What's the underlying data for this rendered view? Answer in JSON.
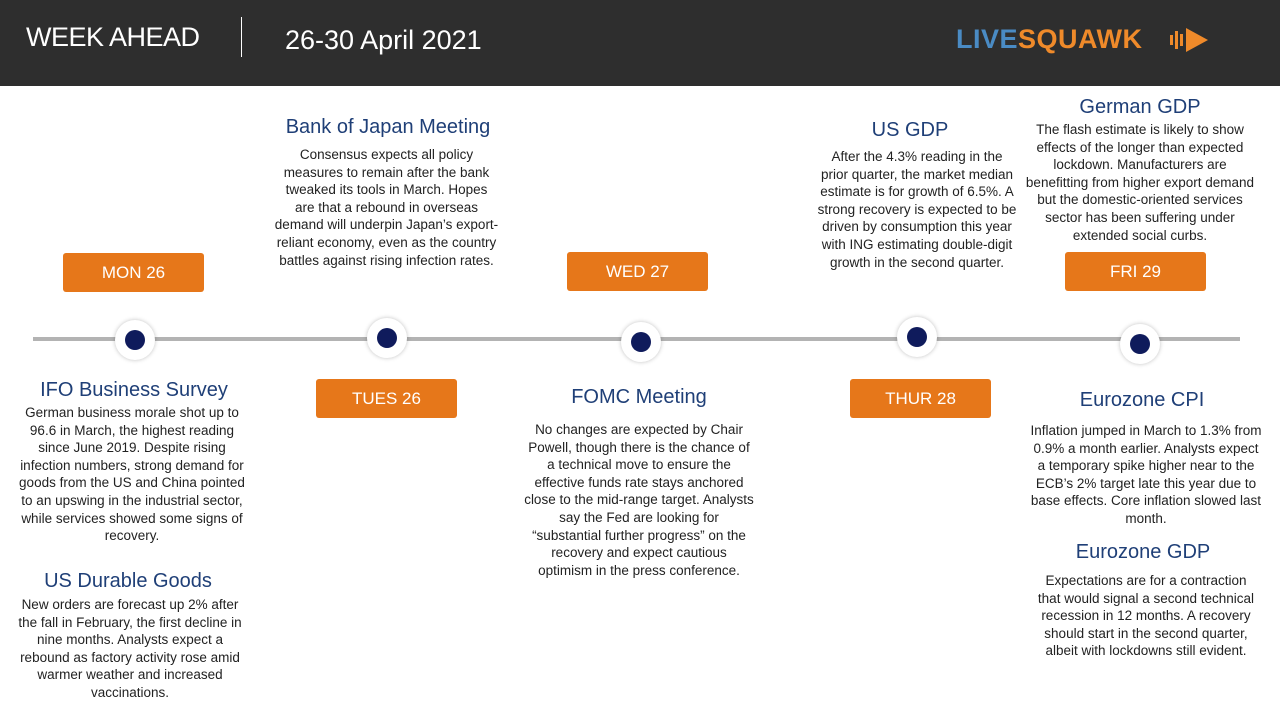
{
  "header": {
    "title": "WEEK AHEAD",
    "date_range": "26-30 April 2021",
    "logo_part1": "LIVE",
    "logo_part2": "SQUAWK",
    "logo_icon": "speaker-wave-icon",
    "colors": {
      "header_bg": "#2e2e2e",
      "logo_blue": "#4a8bc4",
      "logo_orange": "#ef8a2a"
    }
  },
  "days": {
    "mon": "MON 26",
    "tue": "TUES 26",
    "wed": "WED 27",
    "thu": "THUR 28",
    "fri": "FRI 29"
  },
  "colors": {
    "day_badge": "#e6771a",
    "node_dot": "#0f1b5c",
    "title": "#1f3f77",
    "timeline": "#b3b3b3"
  },
  "events": {
    "ifo": {
      "title": "IFO Business Survey",
      "text": "German business morale shot up to 96.6 in March, the highest reading since June 2019. Despite rising infection numbers, strong demand for goods from the US and China pointed to an upswing in the industrial sector, while services showed some signs of recovery."
    },
    "durable": {
      "title": "US Durable Goods",
      "text": "New orders are forecast up 2% after the fall in February, the first decline in nine months. Analysts expect a rebound as factory activity rose amid warmer weather and increased vaccinations."
    },
    "boj": {
      "title": "Bank of Japan Meeting",
      "text": "Consensus expects all policy measures to remain after the bank tweaked its tools in March. Hopes are that a rebound in overseas demand will underpin Japan’s export-reliant economy, even as the country battles against rising infection rates."
    },
    "fomc": {
      "title": "FOMC Meeting",
      "text": "No changes are expected by Chair Powell, though there is the chance of a technical move to ensure the effective funds rate stays anchored close to the mid-range target. Analysts say the Fed are looking for “substantial further progress” on the recovery and expect cautious optimism in the press conference."
    },
    "usgdp": {
      "title": "US GDP",
      "text": "After the 4.3% reading in the prior quarter, the market median estimate is for growth of 6.5%. A strong recovery is expected to be driven by consumption this year with ING estimating double-digit growth in the second quarter."
    },
    "degdp": {
      "title": "German GDP",
      "text": "The flash estimate is likely to show effects of the longer than expected lockdown. Manufacturers are benefitting from higher export demand but the domestic-oriented services sector has been suffering under extended social curbs."
    },
    "ezcpi": {
      "title": "Eurozone CPI",
      "text": "Inflation jumped in March to 1.3% from 0.9% a month earlier. Analysts expect a temporary spike higher near to the ECB’s 2% target late this year due to base effects. Core inflation slowed last month."
    },
    "ezgdp": {
      "title": "Eurozone GDP",
      "text": "Expectations are for a contraction that would signal a second technical recession in 12 months. A recovery should start in the second quarter, albeit with lockdowns still evident."
    }
  }
}
